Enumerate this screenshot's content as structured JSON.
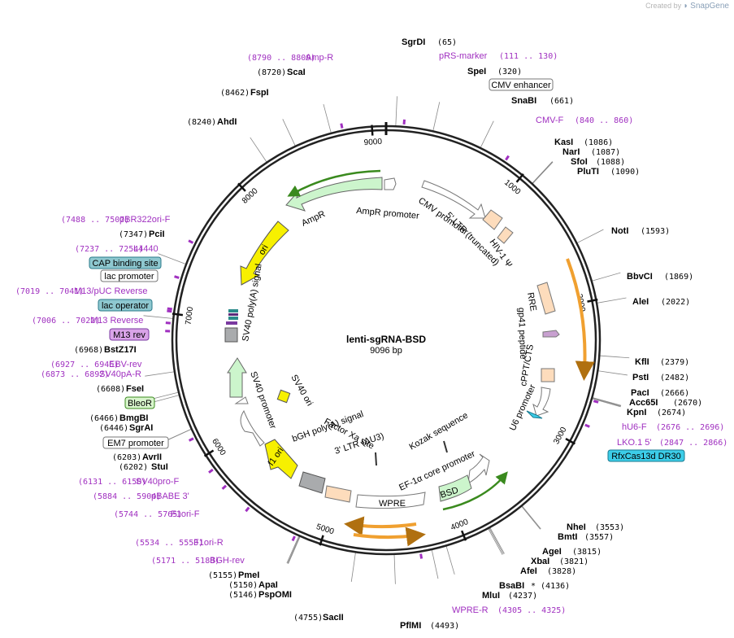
{
  "credit": {
    "prefix": "Created by",
    "brand": "SnapGene"
  },
  "plasmid": {
    "name": "lenti-sgRNA-BSD",
    "size_label": "9096 bp",
    "total_bp": 9096
  },
  "ticks": [
    {
      "bp": 1000,
      "label": "1000"
    },
    {
      "bp": 2000,
      "label": "2000"
    },
    {
      "bp": 3000,
      "label": "3000"
    },
    {
      "bp": 4000,
      "label": "4000"
    },
    {
      "bp": 5000,
      "label": "5000"
    },
    {
      "bp": 6000,
      "label": "6000"
    },
    {
      "bp": 7000,
      "label": "7000"
    },
    {
      "bp": 8000,
      "label": "8000"
    },
    {
      "bp": 9000,
      "label": "9000"
    }
  ],
  "enzymes": [
    {
      "name": "SgrDI",
      "pos": "(65)",
      "bp": 65
    },
    {
      "name": "SpeI",
      "pos": "(320)",
      "bp": 320
    },
    {
      "name": "SnaBI",
      "pos": "(661)",
      "bp": 661
    },
    {
      "name": "KasI",
      "pos": "(1086)",
      "bp": 1086
    },
    {
      "name": "NarI",
      "pos": "(1087)",
      "bp": 1087
    },
    {
      "name": "SfoI",
      "pos": "(1088)",
      "bp": 1088
    },
    {
      "name": "PluTI",
      "pos": "(1090)",
      "bp": 1090
    },
    {
      "name": "NotI",
      "pos": "(1593)",
      "bp": 1593
    },
    {
      "name": "BbvCI",
      "pos": "(1869)",
      "bp": 1869
    },
    {
      "name": "AleI",
      "pos": "(2022)",
      "bp": 2022
    },
    {
      "name": "KflI",
      "pos": "(2379)",
      "bp": 2379
    },
    {
      "name": "PstI",
      "pos": "(2482)",
      "bp": 2482
    },
    {
      "name": "PacI",
      "pos": "(2666)",
      "bp": 2666
    },
    {
      "name": "Acc65I",
      "pos": "(2670)",
      "bp": 2670
    },
    {
      "name": "KpnI",
      "pos": "(2674)",
      "bp": 2674
    },
    {
      "name": "NheI",
      "pos": "(3553)",
      "bp": 3553
    },
    {
      "name": "BmtI",
      "pos": "(3557)",
      "bp": 3557
    },
    {
      "name": "AgeI",
      "pos": "(3815)",
      "bp": 3815
    },
    {
      "name": "XbaI",
      "pos": "(3821)",
      "bp": 3821
    },
    {
      "name": "AfeI",
      "pos": "(3828)",
      "bp": 3828
    },
    {
      "name": "BsaBI",
      "pos": "* (4136)",
      "bp": 4136
    },
    {
      "name": "MluI",
      "pos": "(4237)",
      "bp": 4237
    },
    {
      "name": "PflMI",
      "pos": "(4493)",
      "bp": 4493
    },
    {
      "name": "SacII",
      "pos": "(4755)",
      "bp": 4755
    },
    {
      "name": "PmeI",
      "pos": "(5155)",
      "bp": 5155
    },
    {
      "name": "ApaI",
      "pos": "(5150)",
      "bp": 5150
    },
    {
      "name": "PspOMI",
      "pos": "(5146)",
      "bp": 5146
    },
    {
      "name": "AvrII",
      "pos": "(6203)",
      "bp": 6203
    },
    {
      "name": "StuI",
      "pos": "(6202)",
      "bp": 6202
    },
    {
      "name": "BmgBI",
      "pos": "(6466)",
      "bp": 6466
    },
    {
      "name": "SgrAI",
      "pos": "(6446)",
      "bp": 6446
    },
    {
      "name": "FseI",
      "pos": "(6608)",
      "bp": 6608
    },
    {
      "name": "BstZ17I",
      "pos": "(6968)",
      "bp": 6968
    },
    {
      "name": "PciI",
      "pos": "(7347)",
      "bp": 7347
    },
    {
      "name": "AhdI",
      "pos": "(8240)",
      "bp": 8240
    },
    {
      "name": "FspI",
      "pos": "(8462)",
      "bp": 8462
    },
    {
      "name": "ScaI",
      "pos": "(8720)",
      "bp": 8720
    }
  ],
  "primers": [
    {
      "name": "Amp-R",
      "pos": "(8790 .. 8809)",
      "bp": 8800
    },
    {
      "name": "pRS-marker",
      "pos": "(111 .. 130)",
      "bp": 120
    },
    {
      "name": "CMV-F",
      "pos": "(840 .. 860)",
      "bp": 850
    },
    {
      "name": "hU6-F",
      "pos": "(2676 .. 2696)",
      "bp": 2686
    },
    {
      "name": "LKO.1 5'",
      "pos": "(2847 .. 2866)",
      "bp": 2856
    },
    {
      "name": "WPRE-R",
      "pos": "(4305 .. 4325)",
      "bp": 4315
    },
    {
      "name": "BGH-rev",
      "pos": "(5171 .. 5188)",
      "bp": 5180
    },
    {
      "name": "F1ori-R",
      "pos": "(5534 .. 5553)",
      "bp": 5543
    },
    {
      "name": "F1ori-F",
      "pos": "(5744 .. 5765)",
      "bp": 5755
    },
    {
      "name": "pBABE 3'",
      "pos": "(5884 .. 5904)",
      "bp": 5894
    },
    {
      "name": "SV40pro-F",
      "pos": "(6131 .. 6150)",
      "bp": 6140
    },
    {
      "name": "SV40pA-R",
      "pos": "(6873 .. 6892)",
      "bp": 6882
    },
    {
      "name": "EBV-rev",
      "pos": "(6927 .. 6946)",
      "bp": 6936
    },
    {
      "name": "M13 Reverse",
      "pos": "(7006 .. 7022)",
      "bp": 7014
    },
    {
      "name": "M13/pUC Reverse",
      "pos": "(7019 .. 7041)",
      "bp": 7030
    },
    {
      "name": "L4440",
      "pos": "(7237 .. 7254)",
      "bp": 7245
    },
    {
      "name": "pBR322ori-F",
      "pos": "(7488 .. 7507)",
      "bp": 7497
    }
  ],
  "boxed_features": [
    {
      "name": "CMV enhancer",
      "color": "#ffffff"
    },
    {
      "name": "RfxCas13d DR30",
      "color": "#3ccde8"
    },
    {
      "name": "BleoR",
      "color": "#d8f5cc"
    },
    {
      "name": "EM7 promoter",
      "color": "#ffffff"
    },
    {
      "name": "M13 rev",
      "color": "#d9a3e8"
    },
    {
      "name": "lac operator",
      "color": "#8ec8d0"
    },
    {
      "name": "lac promoter",
      "color": "#ffffff"
    },
    {
      "name": "CAP binding site",
      "color": "#8ec8d0"
    }
  ],
  "inner_labels": {
    "ampr_promoter": "AmpR promoter",
    "ampr": "AmpR",
    "ori": "ori",
    "sv40_polya": "SV40 poly(A) signal",
    "cmv_promoter": "CMV promoter",
    "ltr5": "5' LTR (truncated)",
    "hiv_psi": "HIV-1 Ψ",
    "rre": "RRE",
    "gp41": "gp41 peptide",
    "cppt": "cPPT/CTS",
    "u6": "U6 promoter",
    "kozak": "Kozak sequence",
    "ef1a": "EF-1α core promoter",
    "bsd": "BSD",
    "wpre": "WPRE",
    "ltr3": "3' LTR (ΔU3)",
    "bgh": "bGH poly(A) signal",
    "f1ori": "f1 ori",
    "factor_xa": "Factor Xa site",
    "sv40_ori": "SV40 ori",
    "sv40_promoter": "SV40 promoter"
  },
  "colors": {
    "backbone": "#222222",
    "primer": "#a030c0",
    "promoter_fill": "#ffffff",
    "cds_green": "#ccf5cc",
    "ori_yellow": "#f7f000",
    "ltr_peach": "#fddcbc",
    "polya_gray": "#a9abad",
    "orange_arrow": "#f0a030"
  }
}
